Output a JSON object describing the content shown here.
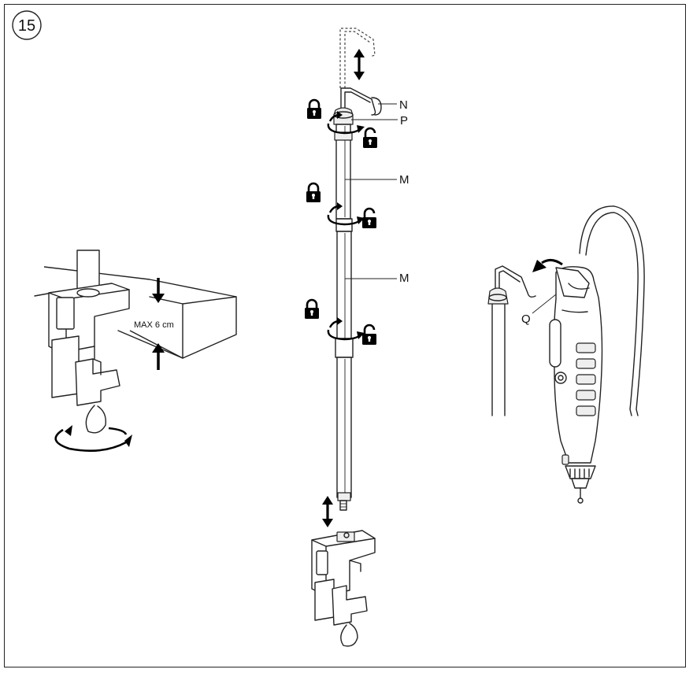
{
  "step_number": "15",
  "labels": {
    "n": "N",
    "p": "P",
    "m_upper": "M",
    "m_lower": "M",
    "q": "Q",
    "max_thickness": "MAX 6 cm"
  },
  "icons": [
    "lock-icon",
    "unlock-icon",
    "rotate-arrow-icon",
    "up-down-arrow-icon",
    "clamp",
    "rotary-tool"
  ]
}
